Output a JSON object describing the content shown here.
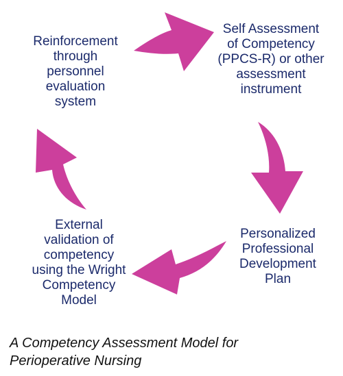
{
  "colors": {
    "arrow": "#cc3f9c",
    "node_text": "#1b2a6b",
    "caption_text": "#111111"
  },
  "nodes": {
    "reinforcement": [
      "Reinforcement",
      "through",
      "personnel",
      "evaluation",
      "system"
    ],
    "self_assessment": [
      "Self Assessment",
      "of Competency",
      "(PPCS-R) or other",
      "assessment",
      "instrument"
    ],
    "personalized_plan": [
      "Personalized",
      "Professional",
      "Development",
      "Plan"
    ],
    "external_validation": [
      "External",
      "validation of",
      "competency",
      "using the Wright",
      "Competency",
      "Model"
    ]
  },
  "caption": [
    "A Competency Assessment Model for",
    "Perioperative Nursing"
  ]
}
